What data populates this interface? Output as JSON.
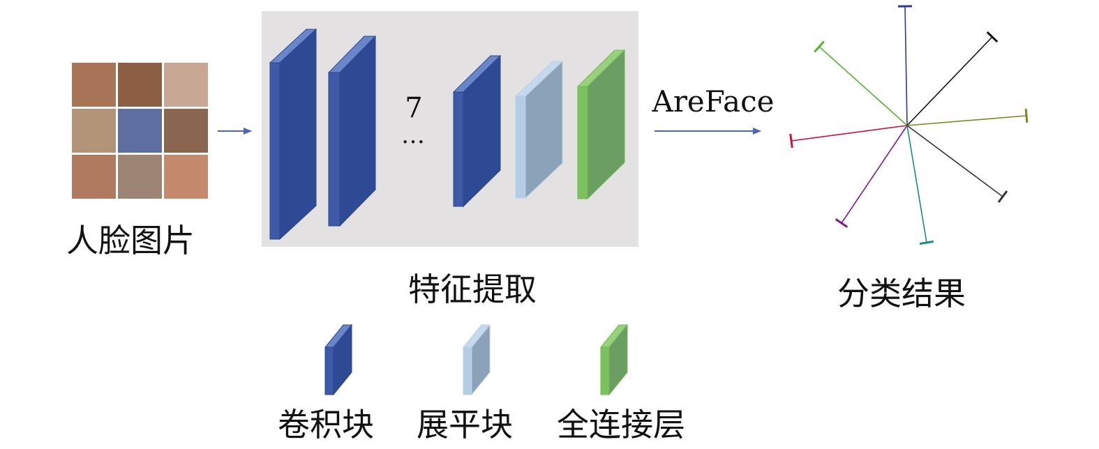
{
  "input": {
    "label": "人脸图片",
    "face_count": 9,
    "face_tones": [
      "#c58a6e",
      "#a87458",
      "#8c5e44",
      "#c8a894",
      "#b49478",
      "#5e6ea0",
      "#8a6650",
      "#b07a60",
      "#9c8474"
    ]
  },
  "feature_extraction": {
    "label": "特征提取",
    "repeat_count": "7",
    "ellipsis": "…"
  },
  "arrow_label": "AreFace",
  "output": {
    "label": "分类结果",
    "ray_colors": [
      "#2a3c90",
      "#111111",
      "#7a8a1a",
      "#333333",
      "#1a8a8a",
      "#7a1a8a",
      "#d0103a",
      "#58b030"
    ]
  },
  "legend": {
    "items": [
      {
        "label": "卷积块",
        "color": "#3d5aa6"
      },
      {
        "label": "展平块",
        "color": "#8fa6bc"
      },
      {
        "label": "全连接层",
        "color": "#70a868"
      }
    ]
  },
  "colors": {
    "conv": "#3d5aa6",
    "flatten": "#8fa6bc",
    "fc": "#70a868",
    "panel_bg": "#e3e1e2",
    "arrow": "#4a66b8"
  }
}
